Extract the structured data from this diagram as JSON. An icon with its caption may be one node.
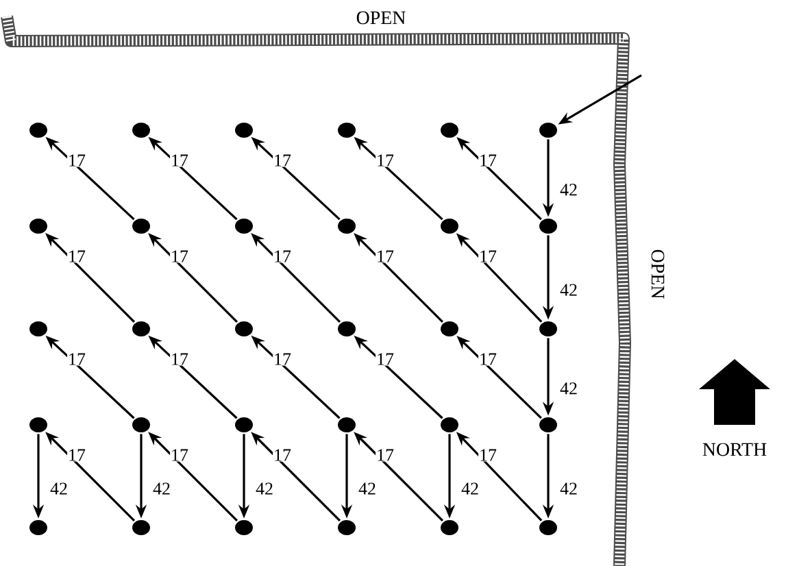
{
  "diagram": {
    "nodes": [
      {
        "text": [],
        "shape": "circle"
      },
      {
        "text": [],
        "shape": "circle"
      },
      {
        "text": [],
        "shape": "circle"
      },
      {
        "text": [],
        "shape": "circle"
      },
      {
        "text": [],
        "shape": "circle"
      },
      {
        "text": [],
        "shape": "circle"
      },
      {
        "text": [],
        "shape": "circle"
      },
      {
        "text": [],
        "shape": "circle"
      },
      {
        "text": [],
        "shape": "circle"
      },
      {
        "text": [],
        "shape": "circle"
      },
      {
        "text": [],
        "shape": "circle"
      },
      {
        "text": [],
        "shape": "circle"
      },
      {
        "text": [],
        "shape": "circle"
      },
      {
        "text": [],
        "shape": "circle"
      },
      {
        "text": [],
        "shape": "circle"
      },
      {
        "text": [],
        "shape": "circle"
      },
      {
        "text": [],
        "shape": "circle"
      },
      {
        "text": [],
        "shape": "circle"
      },
      {
        "text": [],
        "shape": "circle"
      },
      {
        "text": [],
        "shape": "circle"
      },
      {
        "text": [],
        "shape": "circle"
      },
      {
        "text": [],
        "shape": "circle"
      },
      {
        "text": [],
        "shape": "circle"
      },
      {
        "text": [],
        "shape": "circle"
      },
      {
        "text": [],
        "shape": "circle"
      },
      {
        "text": [],
        "shape": "circle"
      },
      {
        "text": [],
        "shape": "circle"
      },
      {
        "text": [],
        "shape": "circle"
      },
      {
        "text": [],
        "shape": "circle"
      },
      {
        "text": [],
        "shape": "circle"
      }
    ],
    "edges": [
      {
        "from": null,
        "to": 5,
        "arrow": "to"
      },
      {
        "from": 7,
        "to": 0,
        "arrow": "to",
        "label": "17"
      },
      {
        "from": 8,
        "to": 1,
        "arrow": "to",
        "label": "17"
      },
      {
        "from": 9,
        "to": 2,
        "arrow": "to",
        "label": "17"
      },
      {
        "from": 10,
        "to": 3,
        "arrow": "to",
        "label": "17"
      },
      {
        "from": 11,
        "to": 4,
        "arrow": "to",
        "label": "17"
      },
      {
        "from": 5,
        "to": 11,
        "arrow": "to",
        "label": "42"
      },
      {
        "from": 13,
        "to": 6,
        "arrow": "to",
        "label": "17"
      },
      {
        "from": 14,
        "to": 7,
        "arrow": "to",
        "label": "17"
      },
      {
        "from": 15,
        "to": 8,
        "arrow": "to",
        "label": "17"
      },
      {
        "from": 16,
        "to": 9,
        "arrow": "to",
        "label": "17"
      },
      {
        "from": 17,
        "to": 10,
        "arrow": "to",
        "label": "17"
      },
      {
        "from": 11,
        "to": 17,
        "arrow": "to",
        "label": "42"
      },
      {
        "from": 19,
        "to": 12,
        "arrow": "to",
        "label": "17"
      },
      {
        "from": 20,
        "to": 13,
        "arrow": "to",
        "label": "17"
      },
      {
        "from": 21,
        "to": 14,
        "arrow": "to",
        "label": "17"
      },
      {
        "from": 22,
        "to": 15,
        "arrow": "to",
        "label": "17"
      },
      {
        "from": 23,
        "to": 16,
        "arrow": "to",
        "label": "17"
      },
      {
        "from": 17,
        "to": 23,
        "arrow": "to",
        "label": "42"
      },
      {
        "from": 25,
        "to": 18,
        "arrow": "to",
        "label": "17"
      },
      {
        "from": 26,
        "to": 19,
        "arrow": "to",
        "label": "17"
      },
      {
        "from": 27,
        "to": 20,
        "arrow": "to",
        "label": "17"
      },
      {
        "from": 28,
        "to": 21,
        "arrow": "to",
        "label": "17"
      },
      {
        "from": 29,
        "to": 22,
        "arrow": "to",
        "label": "17"
      },
      {
        "from": 18,
        "to": 24,
        "arrow": "to",
        "label": "42"
      },
      {
        "from": 19,
        "to": 25,
        "arrow": "to",
        "label": "42"
      },
      {
        "from": 20,
        "to": 26,
        "arrow": "to",
        "label": "42"
      },
      {
        "from": 21,
        "to": 27,
        "arrow": "to",
        "label": "42"
      },
      {
        "from": 22,
        "to": 28,
        "arrow": "to",
        "label": "42"
      },
      {
        "from": 23,
        "to": 29,
        "arrow": "to",
        "label": "42"
      }
    ],
    "labels": [
      "OPEN",
      "OPEN",
      "NORTH"
    ]
  }
}
